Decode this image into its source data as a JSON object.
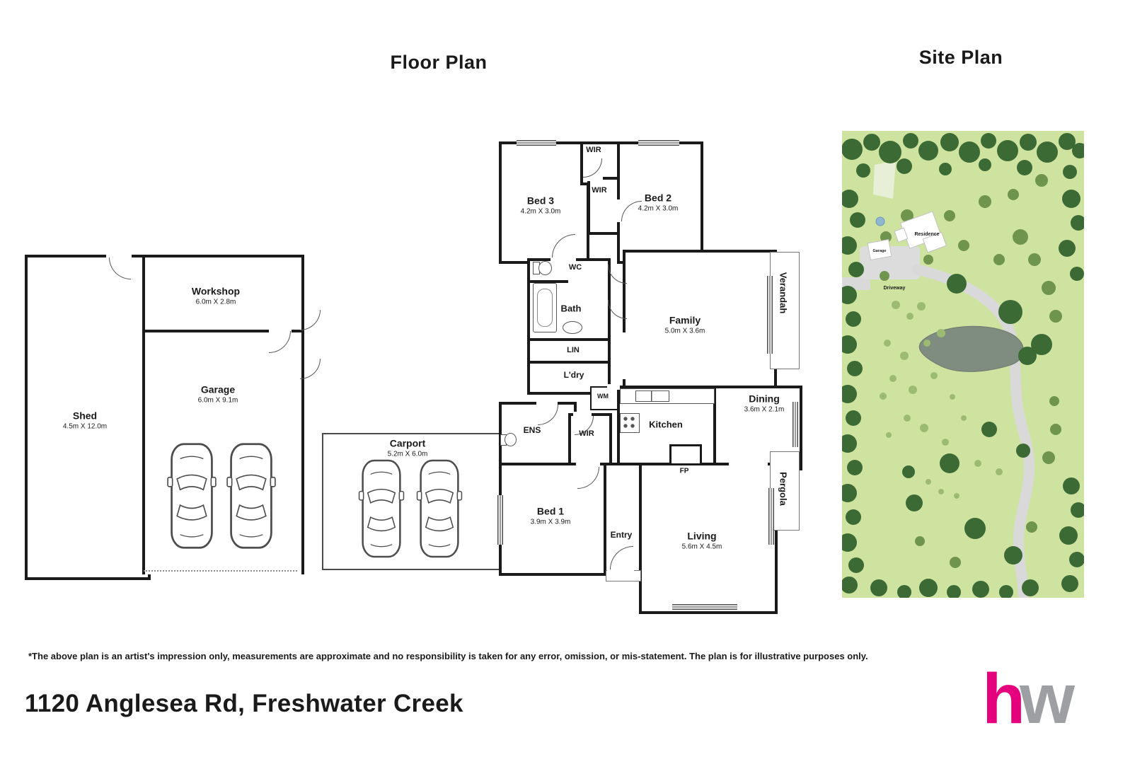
{
  "headings": {
    "floor_plan": "Floor Plan",
    "site_plan": "Site Plan"
  },
  "rooms": {
    "shed": {
      "name": "Shed",
      "dims": "4.5m X 12.0m"
    },
    "workshop": {
      "name": "Workshop",
      "dims": "6.0m X 2.8m"
    },
    "garage": {
      "name": "Garage",
      "dims": "6.0m X 9.1m"
    },
    "carport": {
      "name": "Carport",
      "dims": "5.2m X 6.0m"
    },
    "bed3": {
      "name": "Bed 3",
      "dims": "4.2m X 3.0m"
    },
    "bed2": {
      "name": "Bed 2",
      "dims": "4.2m X 3.0m"
    },
    "bed1": {
      "name": "Bed 1",
      "dims": "3.9m X 3.9m"
    },
    "family": {
      "name": "Family",
      "dims": "5.0m X 3.6m"
    },
    "dining": {
      "name": "Dining",
      "dims": "3.6m X 2.1m"
    },
    "living": {
      "name": "Living",
      "dims": "5.6m X 4.5m"
    },
    "kitchen": {
      "name": "Kitchen"
    },
    "wir_top": {
      "name": "WIR"
    },
    "wir_mid": {
      "name": "WIR"
    },
    "wir_bed1": {
      "name": "WIR"
    },
    "wc": {
      "name": "WC"
    },
    "bath": {
      "name": "Bath"
    },
    "lin": {
      "name": "LIN"
    },
    "ldry": {
      "name": "L'dry"
    },
    "wm": {
      "name": "WM"
    },
    "ens": {
      "name": "ENS"
    },
    "fp": {
      "name": "FP"
    },
    "entry": {
      "name": "Entry"
    },
    "verandah": {
      "name": "Verandah"
    },
    "pergola": {
      "name": "Pergola"
    }
  },
  "site": {
    "residence": "Residence",
    "garage": "Garage",
    "driveway": "Driveway"
  },
  "footer": {
    "disclaimer": "*The above plan is an artist's impression only, measurements are approximate and no responsibility is taken for any error, omission, or mis-statement. The plan is for illustrative purposes only.",
    "address": "1120 Anglesea Rd, Freshwater Creek"
  },
  "logo": {
    "h": "h",
    "w": "w"
  },
  "colors": {
    "wall": "#1a1a1a",
    "site_green": "#cfe3a0",
    "tree_dark": "#3b6a34",
    "tree_mid": "#6f944e",
    "tree_light": "#9cbb72",
    "pond_gray": "#7f8d80",
    "driveway_gray": "#d9d9d9",
    "logo_pink": "#e5007d",
    "logo_gray": "#9d9fa2"
  }
}
